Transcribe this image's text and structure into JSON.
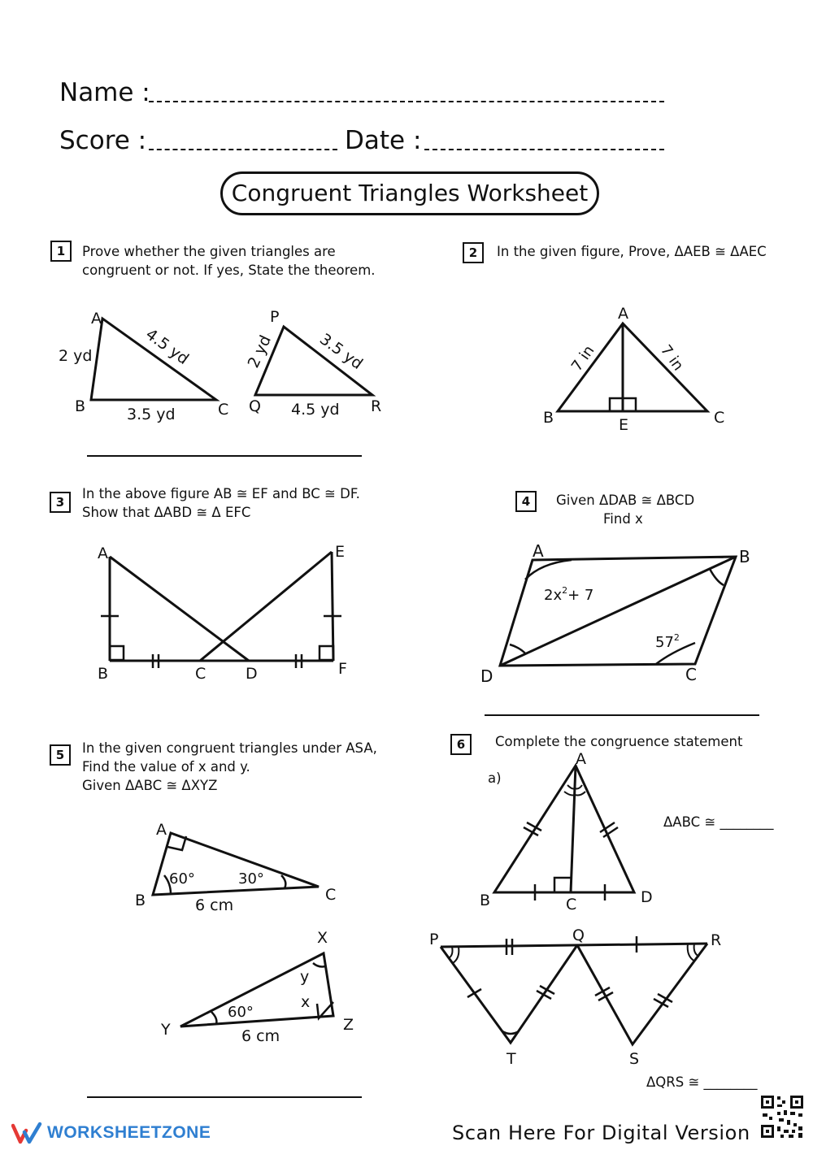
{
  "header": {
    "name_label": "Name :",
    "score_label": "Score :",
    "date_label": "Date :",
    "title": "Congruent Triangles Worksheet"
  },
  "questions": [
    {
      "num": "1",
      "text": [
        "Prove whether the given triangles are",
        "congruent or not. If yes, State the theorem."
      ]
    },
    {
      "num": "2",
      "text": [
        "In the given figure, Prove, ΔAEB ≅ ΔAEC"
      ]
    },
    {
      "num": "3",
      "text": [
        "In the above figure AB ≅ EF and BC ≅ DF.",
        "Show that  ΔABD ≅ Δ EFC"
      ]
    },
    {
      "num": "4",
      "text": [
        "Given ΔDAB ≅ ΔBCD",
        "Find x"
      ]
    },
    {
      "num": "5",
      "text": [
        "In the given congruent triangles under ASA,",
        "Find the value of x and y.",
        "Given ΔABC ≅ ΔXYZ"
      ]
    },
    {
      "num": "6",
      "text": [
        "Complete the congruence statement"
      ]
    }
  ],
  "figures": {
    "q1": {
      "tri1": [
        "A",
        "B",
        "C"
      ],
      "tri1_sides": [
        "2 yd",
        "3.5 yd",
        "4.5 yd"
      ],
      "tri2": [
        "P",
        "Q",
        "R"
      ],
      "tri2_sides": [
        "2 yd",
        "4.5 yd",
        "3.5 yd"
      ]
    },
    "q2": {
      "points": [
        "A",
        "B",
        "C",
        "E"
      ],
      "sides": [
        "7 in",
        "7 in"
      ]
    },
    "q3": {
      "points": [
        "A",
        "B",
        "C",
        "D",
        "E",
        "F"
      ]
    },
    "q4": {
      "points": [
        "A",
        "B",
        "C",
        "D"
      ],
      "angle_a": "2x",
      "angle_a_exp": "2",
      "angle_a_rest": "+ 7",
      "angle_c": "57",
      "angle_c_exp": "2"
    },
    "q5": {
      "tri1": [
        "A",
        "B",
        "C"
      ],
      "tri1_angles": [
        "60°",
        "30°"
      ],
      "tri1_side": "6 cm",
      "tri2": [
        "X",
        "Y",
        "Z"
      ],
      "tri2_angle": "60°",
      "tri2_side": "6 cm",
      "vars": [
        "y",
        "x"
      ]
    },
    "q6": {
      "part_label": "a)",
      "tri_points": [
        "A",
        "B",
        "C",
        "D"
      ],
      "statement1": "ΔABC ≅ ________",
      "tri2_points": [
        "P",
        "Q",
        "R",
        "T",
        "S"
      ],
      "statement2": "ΔQRS ≅ ________"
    }
  },
  "footer": {
    "logo_text": "WORKSHEETZONE",
    "scan_text": "Scan Here For Digital Version",
    "colors": {
      "logo_blue": "#2f7fd1",
      "logo_red": "#e53935"
    }
  }
}
